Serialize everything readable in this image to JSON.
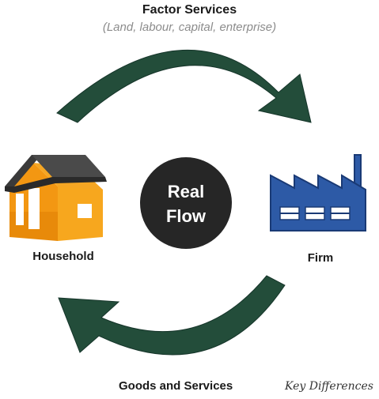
{
  "top": {
    "title": "Factor Services",
    "subtitle": "(Land, labour, capital, enterprise)"
  },
  "center": {
    "line1": "Real",
    "line2": "Flow"
  },
  "left_node": {
    "label": "Household",
    "icon": "house-icon"
  },
  "right_node": {
    "label": "Firm",
    "icon": "factory-icon"
  },
  "bottom": {
    "title": "Goods and Services"
  },
  "watermark": "Key Differences",
  "colors": {
    "arrow": "#234d3a",
    "center_circle": "#262626",
    "house_orange": "#f39712",
    "house_roof": "#3a3a3a",
    "factory_blue": "#2d5aa6",
    "factory_dark": "#1a3a75"
  }
}
